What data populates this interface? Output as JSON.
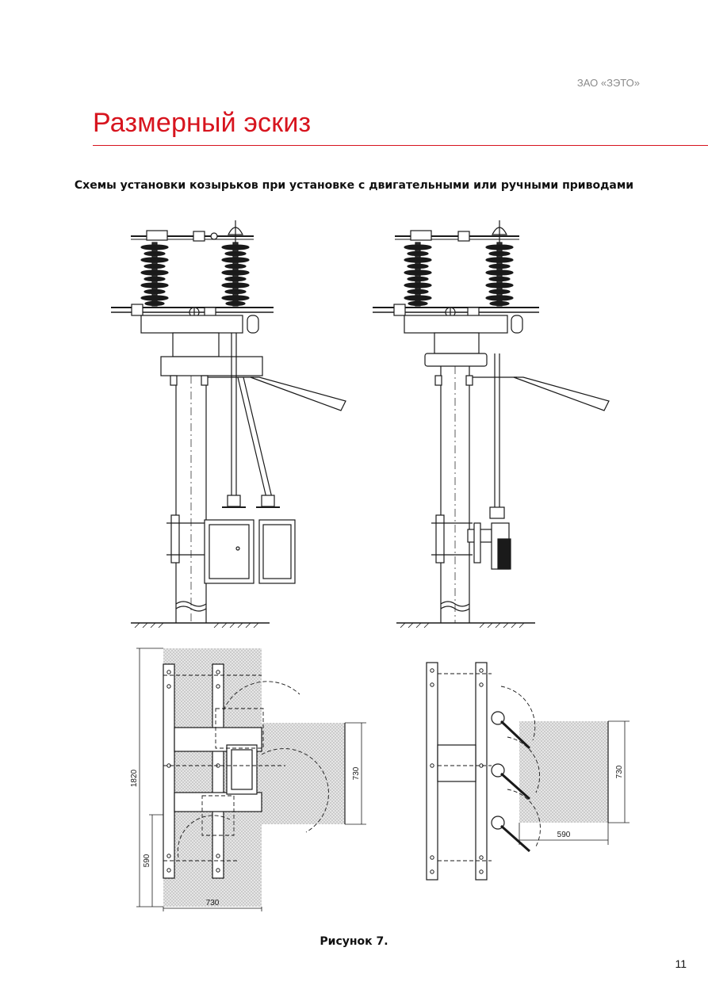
{
  "header": {
    "company": "ЗАО «ЗЭТО»"
  },
  "title": "Размерный эскиз",
  "subtitle": "Схемы установки козырьков при установке с двигательными или ручными приводами",
  "caption": "Рисунок 7.",
  "page_number": "11",
  "dimensions": {
    "left_plan_height": "1820",
    "left_plan_lower": "590",
    "left_plan_width": "730",
    "left_plan_canopy": "730",
    "right_plan_canopy": "730",
    "right_plan_width": "590"
  },
  "colors": {
    "accent": "#d7141e",
    "line": "#1a1a1a",
    "hatch": "#c8c8c8"
  }
}
